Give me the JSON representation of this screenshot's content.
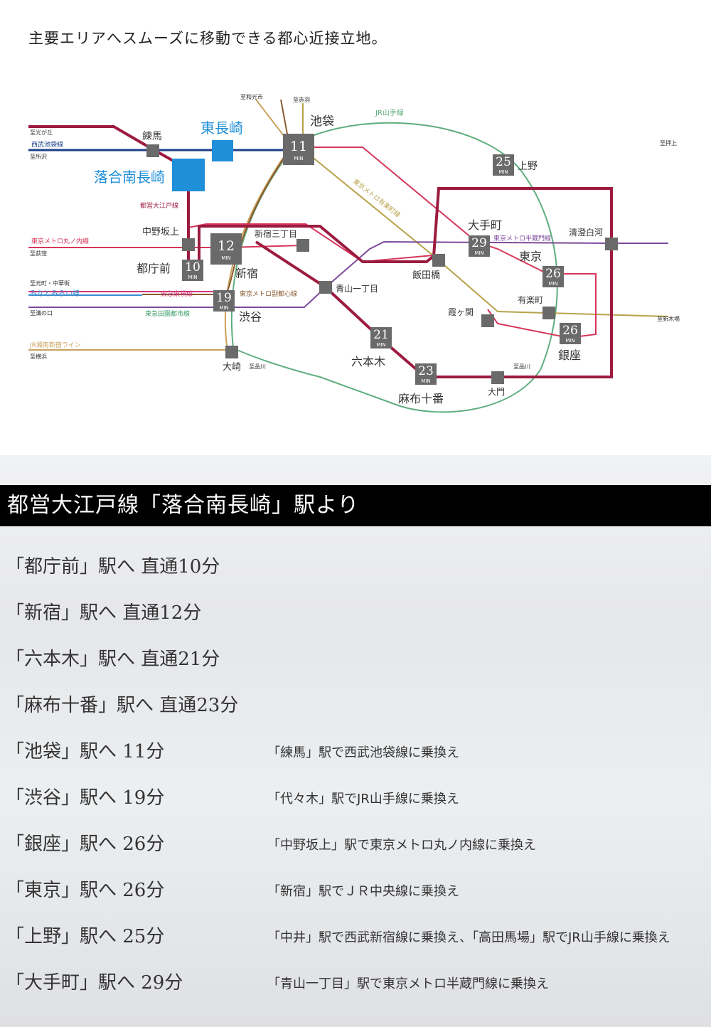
{
  "headline": "主要エリアへスムーズに移動できる都心近接立地。",
  "map": {
    "lines": {
      "yamanote": "JR山手線",
      "yurakucho": "東京メトロ有楽町線",
      "oedo": "都営大江戸線",
      "seibu_ikebukuro": "西武池袋線",
      "marunouchi": "東京メトロ丸ノ内線",
      "hanzomon": "東京メトロ半蔵門線",
      "fukutoshin": "東京メトロ副都心線",
      "toyoko": "東急東横線",
      "minatomirai": "みなとみらい線",
      "denentoshi": "東急田園都市線",
      "shonan_shinjuku": "JR湘南新宿ライン"
    },
    "directions": {
      "wakoshi": "至和光市",
      "akabane": "至赤羽",
      "hikarigaoka": "至光が丘",
      "tokorozawa": "至所沢",
      "oshiage": "至押上",
      "ogikubo": "至荻窪",
      "motomachi": "至元町・中華街",
      "mizonokuchi": "至溝の口",
      "yokohama": "至横浜",
      "shinagawa_w": "至品川",
      "shinkiba": "至新木場",
      "shinagawa_e": "至品川"
    },
    "stations": {
      "home": "落合南長崎",
      "higashinagasaki": "東長崎",
      "nerima": "練馬",
      "ikebukuro": "池袋",
      "ueno": "上野",
      "nakanosakaue": "中野坂上",
      "tochomae": "都庁前",
      "shinjuku": "新宿",
      "shinjukusanchome": "新宿三丁目",
      "shibuya": "渋谷",
      "osaki": "大崎",
      "aoyama": "青山一丁目",
      "roppongi": "六本木",
      "azabujuban": "麻布十番",
      "daimon": "大門",
      "iidabashi": "飯田橋",
      "otemachi": "大手町",
      "tokyo": "東京",
      "kiyosumi": "清澄白河",
      "yurakucho": "有楽町",
      "kasumigaseki": "霞ヶ関",
      "ginza": "銀座"
    },
    "min_label": "MIN",
    "times": {
      "ikebukuro": "11",
      "ueno": "25",
      "shinjuku": "12",
      "tochomae": "10",
      "shibuya": "19",
      "roppongi": "21",
      "azabujuban": "23",
      "otemachi": "29",
      "tokyo": "26",
      "ginza": "26"
    },
    "colors": {
      "oedo": "#9c1b3f",
      "yamanote": "#5fae7e",
      "yurakucho": "#b8a24a",
      "seibu": "#1d3f8a",
      "marunouchi": "#d6365a",
      "hanzomon": "#7d4a9b",
      "fukutoshin": "#8a5a2e",
      "toyoko": "#d1357a",
      "minatomirai": "#3b8fd1",
      "denentoshi": "#3a9d6d",
      "shonan": "#c9a15e",
      "station": "#6a6a6a",
      "home": "#1e8fd8"
    }
  },
  "banner": "都営大江戸線「落合南長崎」駅より",
  "routes": [
    {
      "dest": "「都庁前」駅へ 直通10分",
      "note": ""
    },
    {
      "dest": "「新宿」駅へ 直通12分",
      "note": ""
    },
    {
      "dest": "「六本木」駅へ 直通21分",
      "note": ""
    },
    {
      "dest": "「麻布十番」駅へ 直通23分",
      "note": ""
    },
    {
      "dest": "「池袋」駅へ 11分",
      "note": "「練馬」駅で西武池袋線に乗換え"
    },
    {
      "dest": "「渋谷」駅へ 19分",
      "note": "「代々木」駅でJR山手線に乗換え"
    },
    {
      "dest": "「銀座」駅へ 26分",
      "note": "「中野坂上」駅で東京メトロ丸ノ内線に乗換え"
    },
    {
      "dest": "「東京」駅へ 26分",
      "note": "「新宿」駅でＪＲ中央線に乗換え"
    },
    {
      "dest": "「上野」駅へ 25分",
      "note": "「中井」駅で西武新宿線に乗換え、「高田馬場」駅でJR山手線に乗換え"
    },
    {
      "dest": "「大手町」駅へ 29分",
      "note": "「青山一丁目」駅で東京メトロ半蔵門線に乗換え"
    }
  ]
}
